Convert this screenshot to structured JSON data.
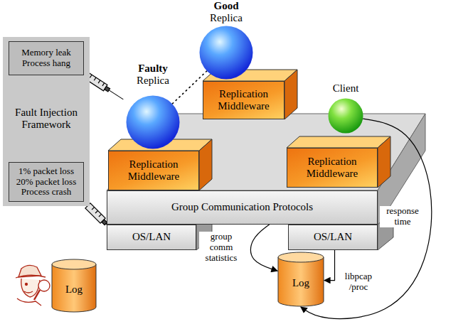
{
  "diagram": {
    "nodes": [
      {
        "text": [
          "Fault Injection Framework"
        ]
      },
      {
        "text": [
          "Memory leak Process hang"
        ],
        "in": 0
      },
      {
        "text": [
          "1% packet loss 20% packet loss Process crash"
        ],
        "in": 0
      },
      {
        "text": [
          "Good",
          "Replica"
        ]
      },
      {
        "text": [
          "Faulty",
          "Replica"
        ]
      },
      {
        "text": [
          "Client"
        ]
      },
      {
        "text": [
          "Replication Middleware"
        ]
      },
      {
        "text": [
          "Replication Middleware"
        ]
      },
      {
        "text": [
          "Replication Middleware"
        ]
      },
      {
        "text": [
          "Group Communication Protocols"
        ]
      },
      {
        "text": [
          "OS/LAN"
        ]
      },
      {
        "text": [
          "OS/LAN"
        ]
      },
      {
        "text": [
          "Log"
        ]
      },
      {
        "text": [
          "Log"
        ]
      }
    ],
    "edges": [
      {
        "from": 4,
        "to": 3,
        "arrow": "none"
      },
      {
        "from": 9,
        "to": 13,
        "label": "group comm statistics",
        "arrow": "to"
      },
      {
        "from": 11,
        "to": 13,
        "label": "libpcap /proc",
        "arrow": "to"
      },
      {
        "from": 5,
        "to": 13,
        "label": "response time",
        "arrow": "to"
      }
    ]
  }
}
